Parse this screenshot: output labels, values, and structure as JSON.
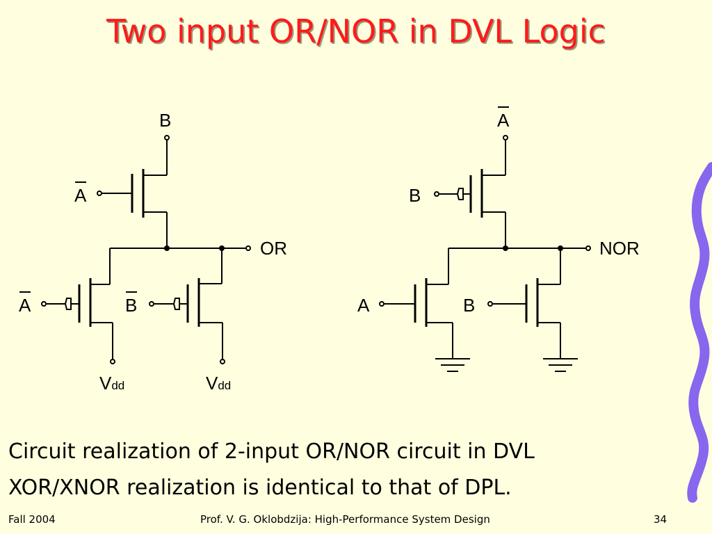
{
  "slide": {
    "title": "Two input OR/NOR in DVL Logic",
    "caption_line1": "Circuit realization of 2-input OR/NOR circuit in DVL",
    "caption_line2": "XOR/XNOR realization is identical to that of DPL."
  },
  "diagram": {
    "or": {
      "input_top": "B",
      "gate_top": "A",
      "gate_left": "A",
      "gate_right": "B",
      "output": "OR",
      "supply_left_main": "V",
      "supply_left_sub": "dd",
      "supply_right_main": "V",
      "supply_right_sub": "dd"
    },
    "nor": {
      "input_top": "A",
      "gate_top": "B",
      "gate_left": "A",
      "gate_right": "B",
      "output": "NOR"
    }
  },
  "footer": {
    "left": "Fall 2004",
    "center": "Prof. V. G. Oklobdzija: High-Performance System Design",
    "page": "34"
  },
  "colors": {
    "background": "#ffffe0",
    "title": "#ff1a1a",
    "accent_wave": "#8866ee"
  }
}
